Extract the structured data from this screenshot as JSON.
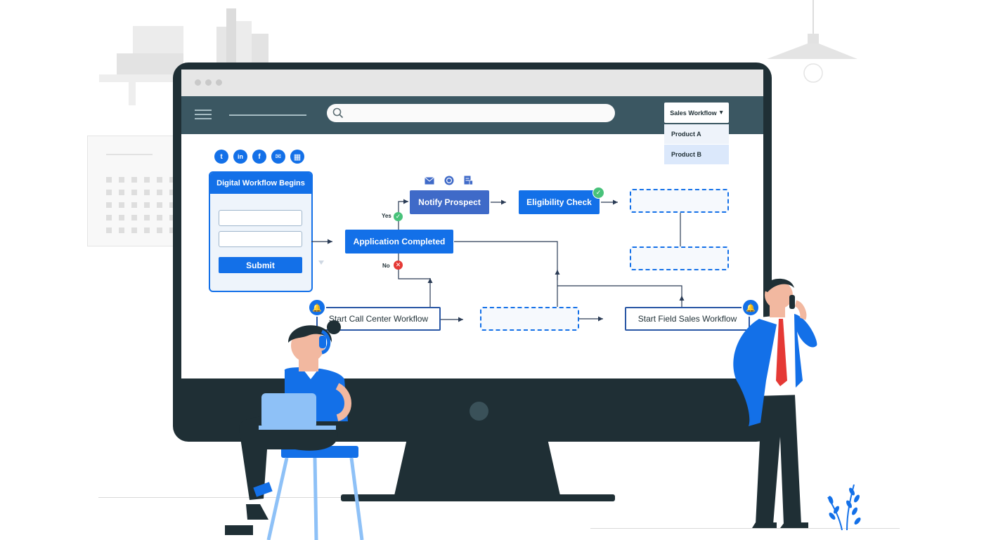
{
  "toolbar": {
    "workflow_select": "Sales Workflow",
    "dropdown_caret": "▾",
    "dropdown_options": [
      "Product A",
      "Product B"
    ]
  },
  "social_icons": [
    "t",
    "in",
    "f",
    "✉",
    "▦"
  ],
  "form": {
    "title": "Digital Workflow Begins",
    "submit_label": "Submit"
  },
  "workflow": {
    "application_completed": "Application Completed",
    "notify_prospect": "Notify Prospect",
    "eligibility_check": "Eligibility Check",
    "call_center": "Start Call Center Workflow",
    "field_sales": "Start Field Sales Workflow",
    "yes_label": "Yes",
    "no_label": "No"
  },
  "colors": {
    "accent": "#1370e8",
    "appbar": "#3b5762",
    "monitor": "#1f2f35",
    "success": "#48c27a",
    "danger": "#e53935"
  },
  "icons": [
    "search-icon",
    "menu-icon",
    "twitter-icon",
    "linkedin-icon",
    "facebook-icon",
    "email-icon",
    "calendar-icon",
    "whatsapp-icon",
    "document-icon",
    "bell-icon",
    "check-icon",
    "cross-icon"
  ]
}
